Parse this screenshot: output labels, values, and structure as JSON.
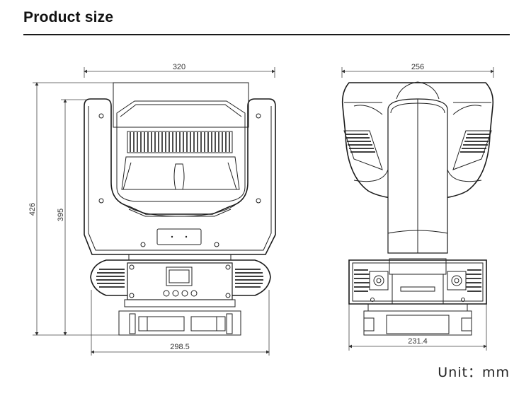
{
  "header": {
    "title": "Product size"
  },
  "dimensions": {
    "front_width_top": "320",
    "front_width_base": "298.5",
    "front_height_total": "426",
    "front_height_body": "395",
    "side_width_top": "256",
    "side_width_base": "231.4"
  },
  "footer": {
    "unit_label": "Unit：mm"
  }
}
